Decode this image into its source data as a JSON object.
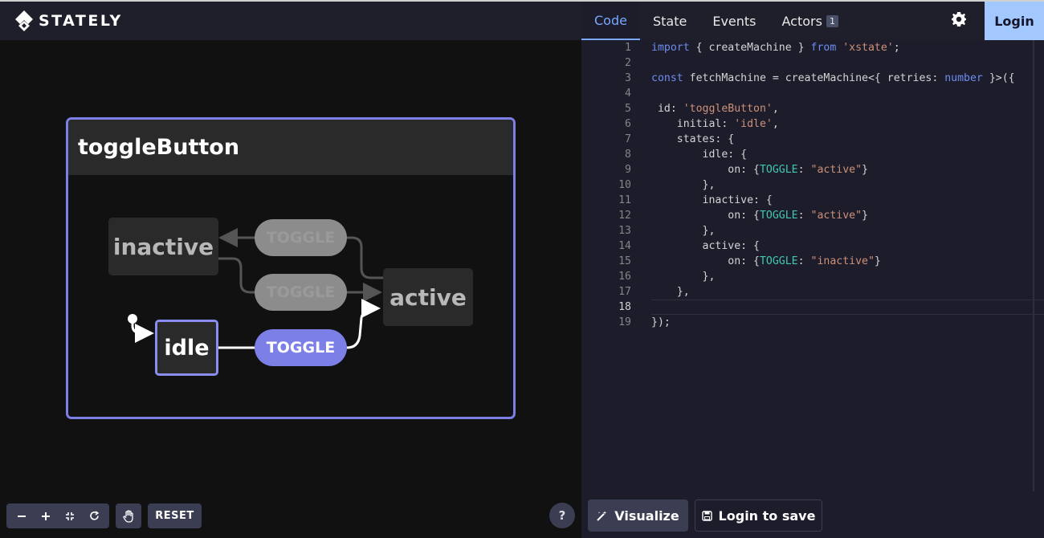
{
  "header": {
    "logo_text": "STATELY"
  },
  "machine": {
    "title": "toggleButton",
    "states": {
      "inactive": "inactive",
      "active": "active",
      "idle": "idle"
    },
    "events": {
      "e1": "TOGGLE",
      "e2": "TOGGLE",
      "e3": "TOGGLE"
    }
  },
  "canvas_controls": {
    "reset": "RESET",
    "help": "?"
  },
  "panel": {
    "tabs": [
      {
        "label": "Code"
      },
      {
        "label": "State"
      },
      {
        "label": "Events"
      },
      {
        "label": "Actors",
        "badge": "1"
      }
    ],
    "login": "Login"
  },
  "editor": {
    "lines": [
      {
        "num": "1",
        "text": "import { createMachine } from 'xstate';"
      },
      {
        "num": "2",
        "text": ""
      },
      {
        "num": "3",
        "text": "const fetchMachine = createMachine<{ retries: number }>({"
      },
      {
        "num": "4",
        "text": ""
      },
      {
        "num": "5",
        "text": " id: 'toggleButton',"
      },
      {
        "num": "6",
        "text": "    initial: 'idle',"
      },
      {
        "num": "7",
        "text": "    states: {"
      },
      {
        "num": "8",
        "text": "        idle: {"
      },
      {
        "num": "9",
        "text": "            on: {TOGGLE: \"active\"}"
      },
      {
        "num": "10",
        "text": "        },"
      },
      {
        "num": "11",
        "text": "        inactive: {"
      },
      {
        "num": "12",
        "text": "            on: {TOGGLE: \"active\"}"
      },
      {
        "num": "13",
        "text": "        },"
      },
      {
        "num": "14",
        "text": "        active: {"
      },
      {
        "num": "15",
        "text": "            on: {TOGGLE: \"inactive\"}"
      },
      {
        "num": "16",
        "text": "        },"
      },
      {
        "num": "17",
        "text": "    },"
      },
      {
        "num": "18",
        "text": ""
      },
      {
        "num": "19",
        "text": "});"
      }
    ],
    "current_line": "18"
  },
  "footer": {
    "visualize": "Visualize",
    "login_to_save": "Login to save"
  }
}
